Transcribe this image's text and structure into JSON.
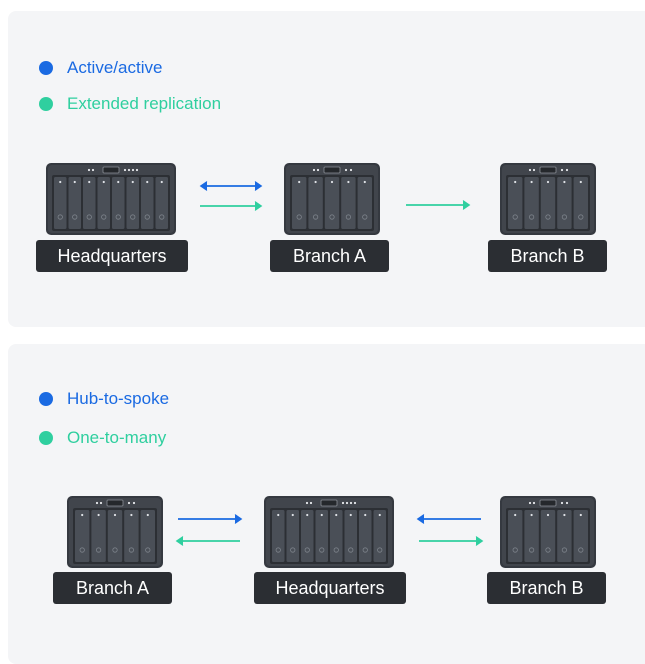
{
  "colors": {
    "blue": "#1a6ae2",
    "teal": "#2fcf9f",
    "panel_bg": "#f4f5f7",
    "label_bg": "#2b2e33",
    "device_body": "#41454c",
    "device_bay": "#2c2f34"
  },
  "panel1": {
    "legend": [
      {
        "label": "Active/active",
        "color": "#1a6ae2"
      },
      {
        "label": "Extended replication",
        "color": "#2fcf9f"
      }
    ],
    "nodes": {
      "headquarters": "Headquarters",
      "branch_a": "Branch A",
      "branch_b": "Branch B"
    },
    "links": [
      {
        "from": "Headquarters",
        "to": "Branch A",
        "type": "Active/active",
        "direction": "bidirectional"
      },
      {
        "from": "Headquarters",
        "to": "Branch A",
        "type": "Extended replication",
        "direction": "forward"
      },
      {
        "from": "Branch A",
        "to": "Branch B",
        "type": "Extended replication",
        "direction": "forward"
      }
    ]
  },
  "panel2": {
    "legend": [
      {
        "label": "Hub-to-spoke",
        "color": "#1a6ae2"
      },
      {
        "label": "One-to-many",
        "color": "#2fcf9f"
      }
    ],
    "nodes": {
      "branch_a": "Branch A",
      "headquarters": "Headquarters",
      "branch_b": "Branch B"
    },
    "links": [
      {
        "from": "Branch A",
        "to": "Headquarters",
        "type": "Hub-to-spoke"
      },
      {
        "from": "Headquarters",
        "to": "Branch A",
        "type": "One-to-many"
      },
      {
        "from": "Branch B",
        "to": "Headquarters",
        "type": "Hub-to-spoke"
      },
      {
        "from": "Headquarters",
        "to": "Branch B",
        "type": "One-to-many"
      }
    ]
  }
}
